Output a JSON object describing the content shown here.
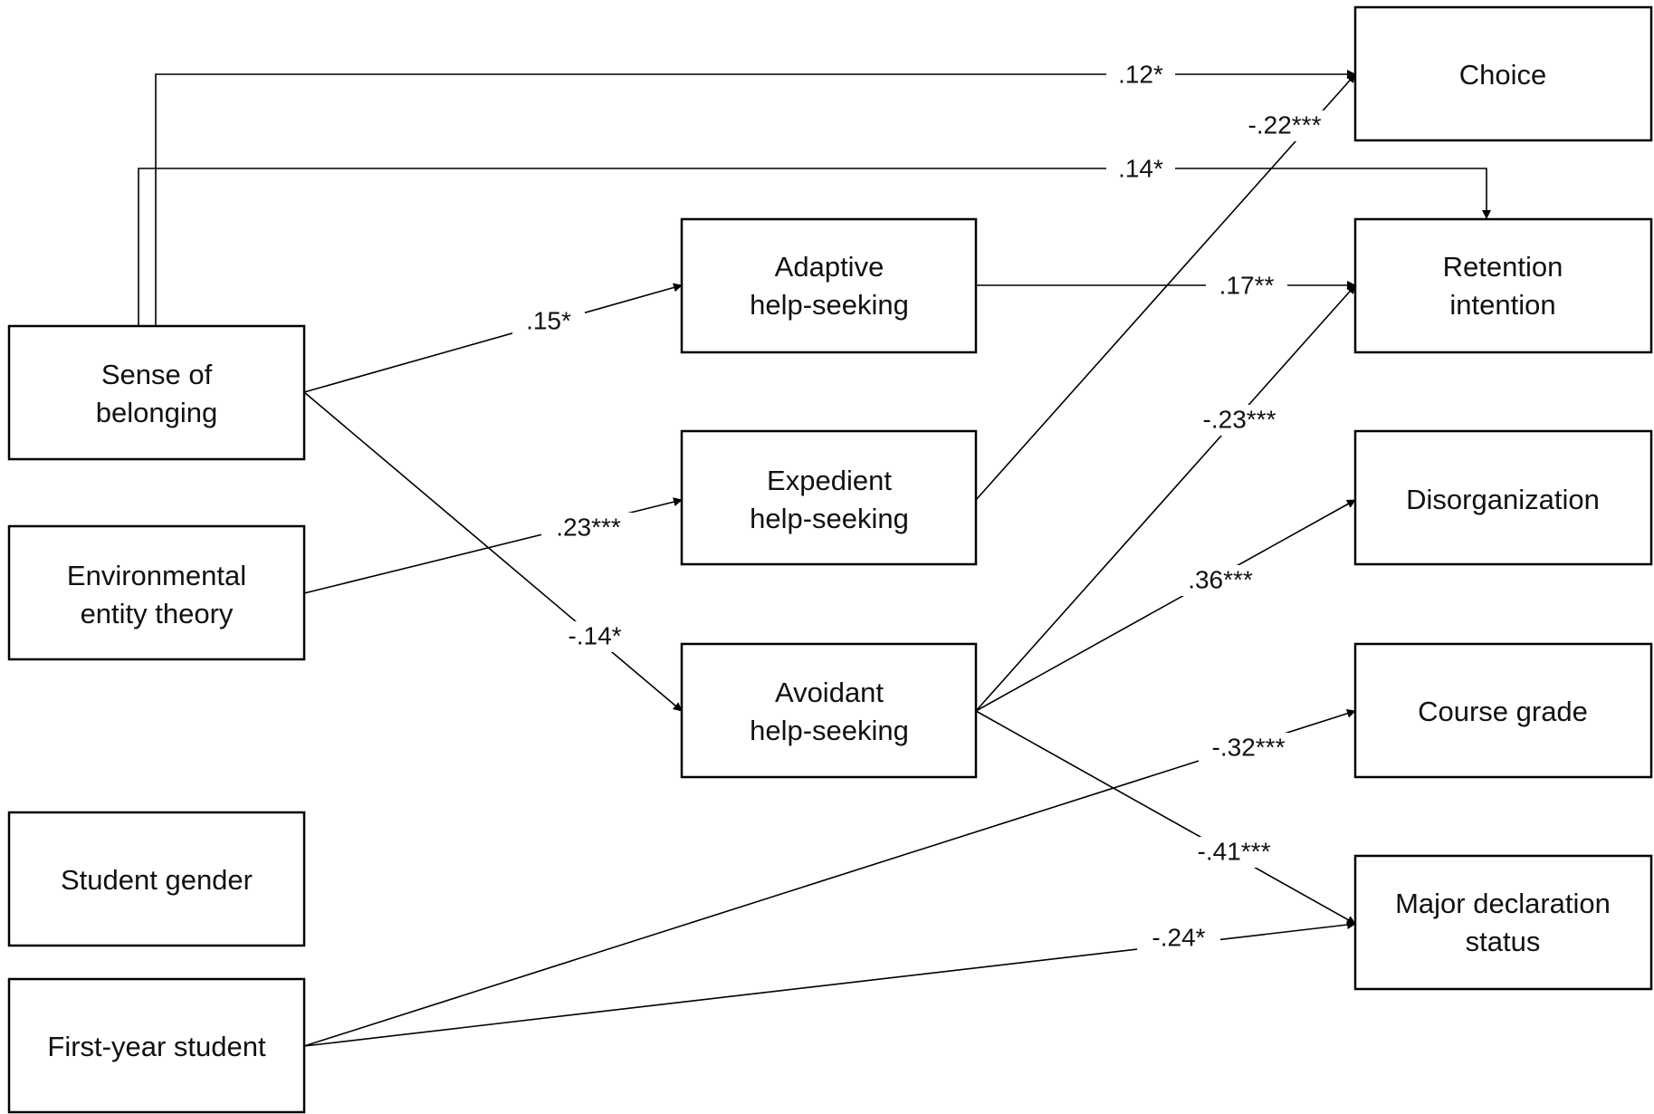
{
  "nodes": {
    "sense_of_belonging": [
      "Sense of",
      "belonging"
    ],
    "environmental_entity_theory": [
      "Environmental",
      "entity theory"
    ],
    "student_gender": [
      "Student gender"
    ],
    "first_year_student": [
      "First-year student"
    ],
    "adaptive_help_seeking": [
      "Adaptive",
      "help-seeking"
    ],
    "expedient_help_seeking": [
      "Expedient",
      "help-seeking"
    ],
    "avoidant_help_seeking": [
      "Avoidant",
      "help-seeking"
    ],
    "choice": [
      "Choice"
    ],
    "retention_intention": [
      "Retention",
      "intention"
    ],
    "disorganization": [
      "Disorganization"
    ],
    "course_grade": [
      "Course grade"
    ],
    "major_declaration_status": [
      "Major declaration",
      "status"
    ]
  },
  "paths": [
    {
      "from": "sense_of_belonging",
      "to": "choice",
      "coefficient": ".12*"
    },
    {
      "from": "sense_of_belonging",
      "to": "retention_intention",
      "coefficient": ".14*"
    },
    {
      "from": "sense_of_belonging",
      "to": "adaptive_help_seeking",
      "coefficient": ".15*"
    },
    {
      "from": "sense_of_belonging",
      "to": "avoidant_help_seeking",
      "coefficient": "-.14*"
    },
    {
      "from": "environmental_entity_theory",
      "to": "expedient_help_seeking",
      "coefficient": ".23***"
    },
    {
      "from": "adaptive_help_seeking",
      "to": "retention_intention",
      "coefficient": ".17**"
    },
    {
      "from": "expedient_help_seeking",
      "to": "choice",
      "coefficient": "-.22***"
    },
    {
      "from": "avoidant_help_seeking",
      "to": "retention_intention",
      "coefficient": "-.23***"
    },
    {
      "from": "avoidant_help_seeking",
      "to": "disorganization",
      "coefficient": ".36***"
    },
    {
      "from": "avoidant_help_seeking",
      "to": "major_declaration_status",
      "coefficient": "-.41***"
    },
    {
      "from": "first_year_student",
      "to": "course_grade",
      "coefficient": "-.32***"
    },
    {
      "from": "first_year_student",
      "to": "major_declaration_status",
      "coefficient": "-.24*"
    }
  ],
  "colors": {
    "line": "#000000",
    "box_border": "#000000",
    "background": "#ffffff",
    "text": "#111111"
  }
}
